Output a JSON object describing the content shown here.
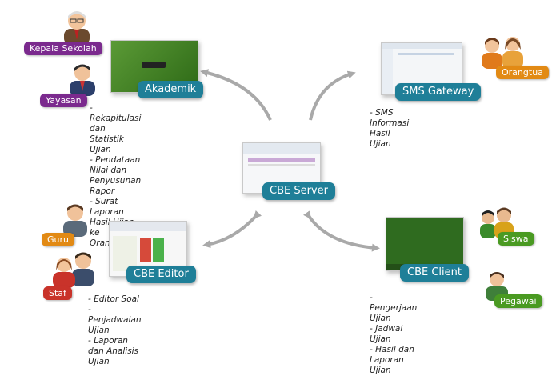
{
  "nodes": {
    "akademik": {
      "label": "Akademik",
      "features": [
        "- Rekapitulasi dan Statistik Ujian",
        "- Pendataan Nilai dan Penyusunan Rapor",
        "- Surat Laporan Hasil Ujian ke Orangtua"
      ]
    },
    "sms_gateway": {
      "label": "SMS Gateway",
      "features": [
        "- SMS Informasi Hasil Ujian"
      ]
    },
    "cbe_server": {
      "label": "CBE Server"
    },
    "cbe_editor": {
      "label": "CBE Editor",
      "features": [
        "- Editor Soal",
        "- Penjadwalan Ujian",
        "- Laporan dan Analisis Ujian"
      ]
    },
    "cbe_client": {
      "label": "CBE Client",
      "features": [
        "- Pengerjaan Ujian",
        "- Jadwal Ujian",
        "- Hasil dan Laporan Ujian"
      ]
    }
  },
  "roles": {
    "kepala_sekolah": "Kepala Sekolah",
    "yayasan": "Yayasan",
    "orangtua": "Orangtua",
    "guru": "Guru",
    "staf": "Staf",
    "siswa": "Siswa",
    "pegawai": "Pegawai"
  },
  "colors": {
    "node_pill": "#1f7f98",
    "role_purple": "#7b2a8e",
    "role_orange": "#e28a14",
    "role_green": "#4a9a22",
    "role_red": "#c9332a",
    "arrow": "#a9a9a9",
    "client_screen": "#2f6b1f"
  }
}
